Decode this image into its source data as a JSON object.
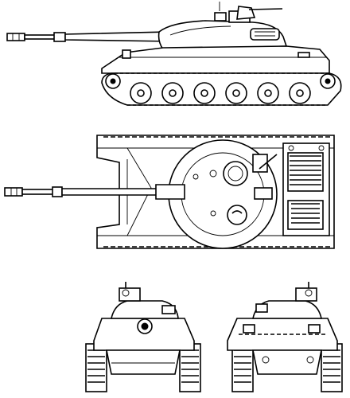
{
  "drawing": {
    "views": [
      {
        "id": "side"
      },
      {
        "id": "top"
      },
      {
        "id": "front"
      },
      {
        "id": "rear"
      }
    ],
    "colors": {
      "ink": "#000000",
      "paper": "#ffffff"
    }
  }
}
